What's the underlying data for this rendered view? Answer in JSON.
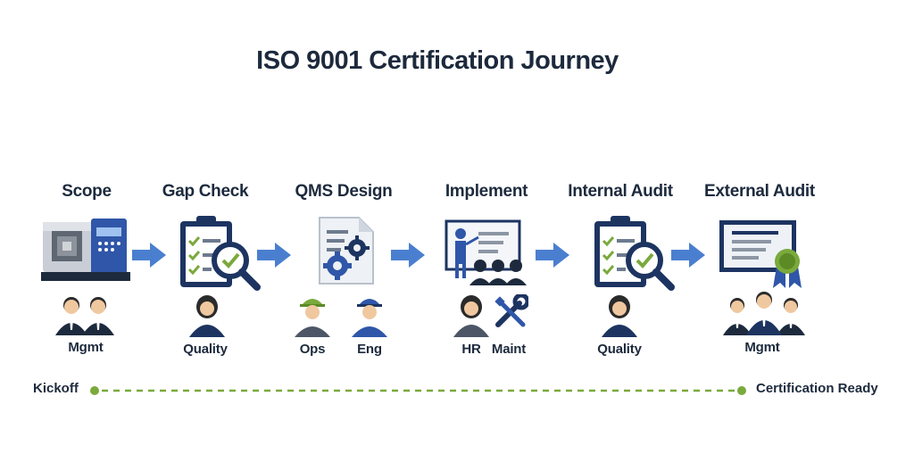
{
  "title": "ISO 9001 Certification Journey",
  "stages": [
    {
      "label": "Scope",
      "icon": "machine-icon",
      "roles": [
        "Mgmt"
      ]
    },
    {
      "label": "Gap Check",
      "icon": "clipboard-magnifier-icon",
      "roles": [
        "Quality"
      ]
    },
    {
      "label": "QMS Design",
      "icon": "document-gears-icon",
      "roles": [
        "Ops",
        "Eng"
      ]
    },
    {
      "label": "Implement",
      "icon": "training-presentation-icon",
      "roles": [
        "HR",
        "Maint"
      ]
    },
    {
      "label": "Internal Audit",
      "icon": "clipboard-magnifier-icon",
      "roles": [
        "Quality"
      ]
    },
    {
      "label": "External Audit",
      "icon": "certificate-icon",
      "roles": [
        "Mgmt"
      ]
    }
  ],
  "timeline": {
    "start": "Kickoff",
    "end": "Certification Ready"
  },
  "colors": {
    "navy": "#1d3461",
    "arrow": "#4a7fd0",
    "green": "#7aa93c",
    "text": "#1d2a3d"
  }
}
